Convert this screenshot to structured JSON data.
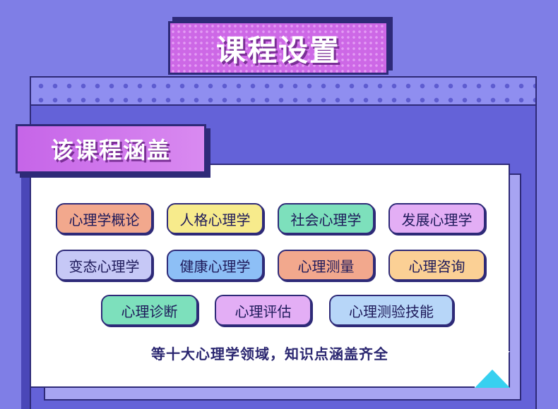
{
  "title": "课程设置",
  "section_title": "该课程涵盖",
  "tags_row1": [
    {
      "label": "心理学概论",
      "color": "#f2a88d"
    },
    {
      "label": "人格心理学",
      "color": "#f7eb8c"
    },
    {
      "label": "社会心理学",
      "color": "#7de0bc"
    },
    {
      "label": "发展心理学",
      "color": "#e3aef5"
    }
  ],
  "tags_row2": [
    {
      "label": "变态心理学",
      "color": "#c6c8f6"
    },
    {
      "label": "健康心理学",
      "color": "#8dbff6"
    },
    {
      "label": "心理测量",
      "color": "#f2a88d"
    },
    {
      "label": "心理咨询",
      "color": "#fbd095"
    }
  ],
  "tags_row3": [
    {
      "label": "心理诊断",
      "color": "#7de0bc"
    },
    {
      "label": "心理评估",
      "color": "#e3aef5"
    },
    {
      "label": "心理测验技能",
      "color": "#b7d6f8"
    }
  ],
  "summary": "等十大心理学领域，知识点涵盖齐全"
}
